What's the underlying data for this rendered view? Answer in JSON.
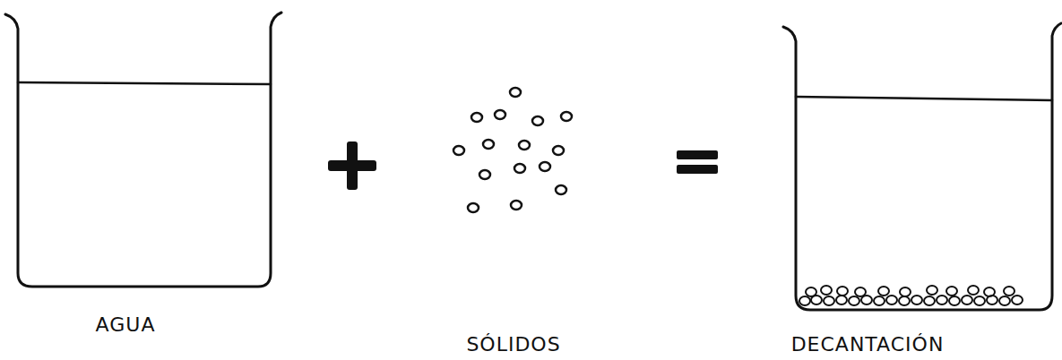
{
  "diagram": {
    "labels": [
      "AGUA",
      "SÓLIDOS",
      "DECANTACIÓN"
    ]
  }
}
